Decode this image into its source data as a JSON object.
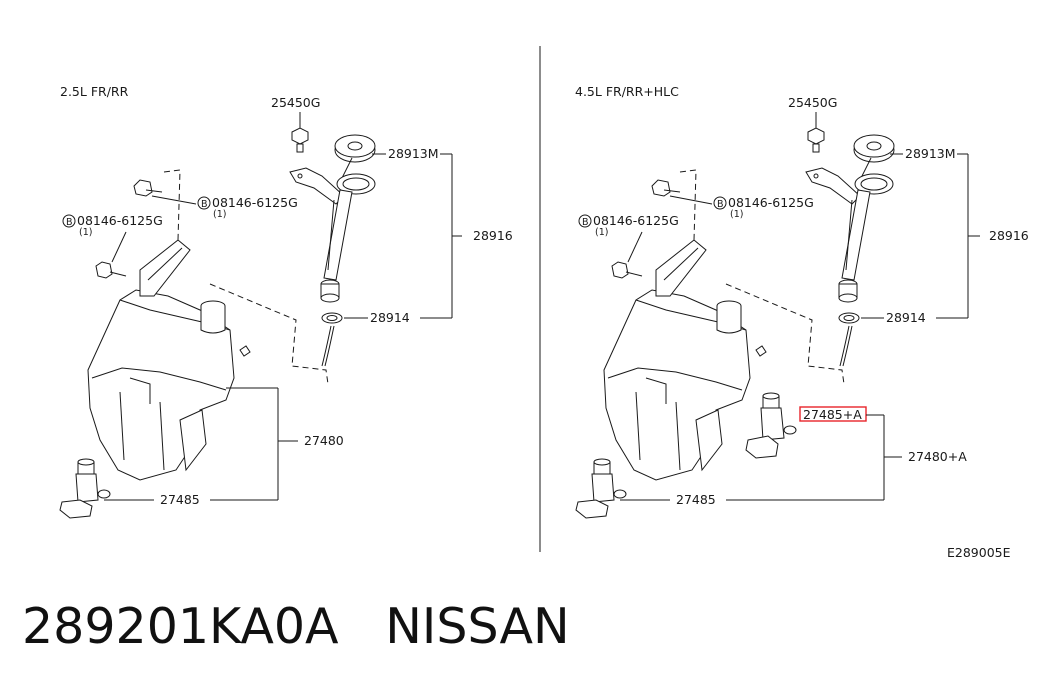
{
  "left_panel": {
    "variant": "2.5L FR/RR",
    "labels": {
      "p25450g": "25450G",
      "p28913m": "28913M",
      "p28916": "28916",
      "p28914": "28914",
      "p27480": "27480",
      "p27485": "27485",
      "bolt_top": "08146-6125G",
      "bolt_top_qty": "(1)",
      "bolt_left": "08146-6125G",
      "bolt_left_qty": "(1)",
      "bolt_marker": "B"
    }
  },
  "right_panel": {
    "variant": "4.5L FR/RR+HLC",
    "labels": {
      "p25450g": "25450G",
      "p28913m": "28913M",
      "p28916": "28916",
      "p28914": "28914",
      "p27480a": "27480+A",
      "p27485": "27485",
      "p27485a": "27485+A",
      "bolt_top": "08146-6125G",
      "bolt_top_qty": "(1)",
      "bolt_left": "08146-6125G",
      "bolt_left_qty": "(1)",
      "bolt_marker": "B"
    },
    "highlight_color": "#e8242a"
  },
  "diagram_code": "E289005E",
  "footer": {
    "part_number": "289201KA0A",
    "brand": "NISSAN"
  }
}
